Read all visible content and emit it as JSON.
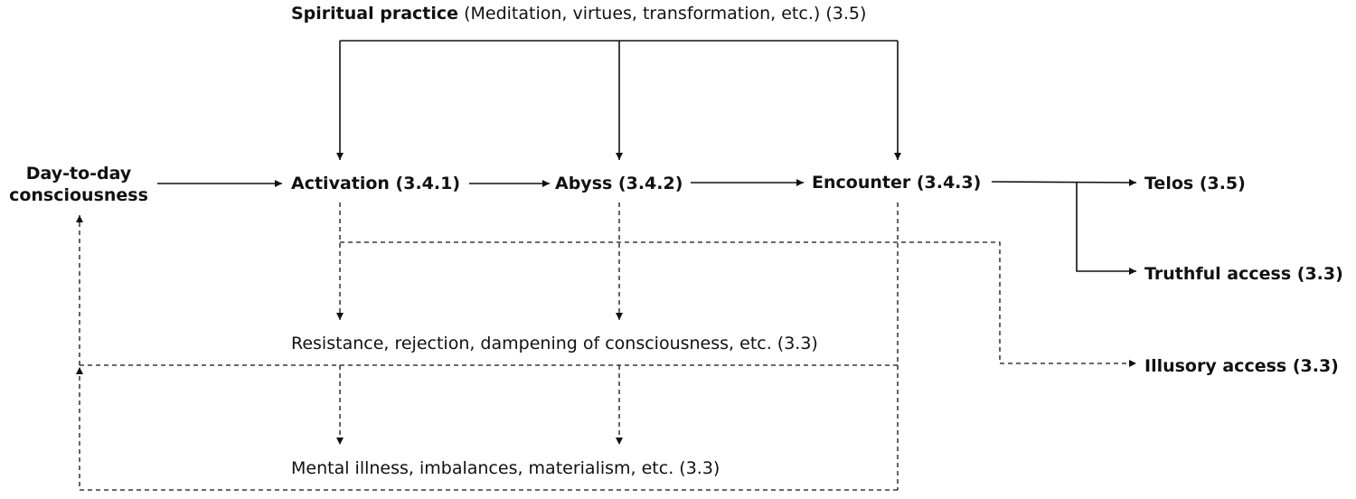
{
  "spiritual_practice": {
    "bold": "Spiritual practice",
    "rest": " (Meditation, virtues, transformation, etc.) (3.5)"
  },
  "nodes": {
    "day_to_day": [
      "Day-to-day",
      "consciousness"
    ],
    "activation": "Activation (3.4.1)",
    "abyss": "Abyss (3.4.2)",
    "encounter": "Encounter (3.4.3)",
    "telos": "Telos (3.5)",
    "truthful_access": "Truthful access (3.3)",
    "illusory_access": "Illusory access (3.3)",
    "resistance": "Resistance, rejection, dampening of consciousness, etc. (3.3)",
    "mental_illness": "Mental illness, imbalances, materialism, etc. (3.3)"
  },
  "colors": {
    "line": "#111111",
    "background": "#ffffff"
  }
}
